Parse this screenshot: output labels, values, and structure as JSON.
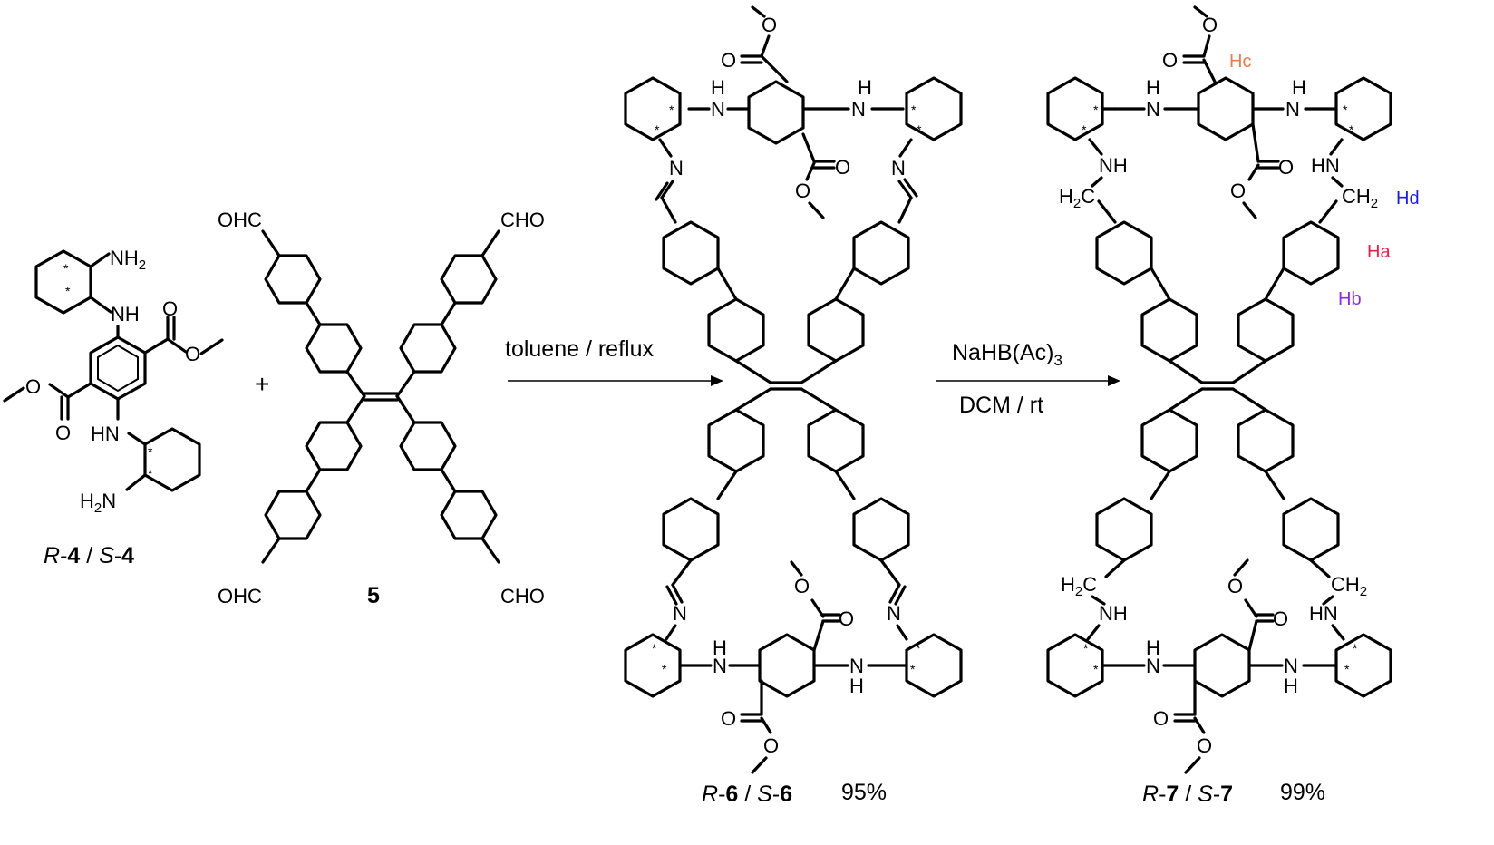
{
  "colors": {
    "cyclohexane": "#e86be8",
    "aryl_core": "#e86be8",
    "imine_phenyl": "#3ee03e",
    "amine_phenyl": "#3d3dee",
    "label_hc": "#f07a4a",
    "label_hd": "#1c1ce0",
    "label_ha": "#ee1c4a",
    "label_hb": "#8a2be2"
  },
  "reactant4": {
    "nh2_top": "NH",
    "nh2_top_sub": "2",
    "nh_top": "NH",
    "hn_bottom": "HN",
    "h2n_bottom": "H",
    "h2n_bottom_sub": "2",
    "h2n_bottom_n": "N",
    "carbonyl_o_right": "O",
    "ester_o_right": "O",
    "carbonyl_o_left": "O",
    "ester_o_left": "O",
    "label": {
      "r": "R",
      "num1": "4",
      "sep": " / ",
      "s": "S",
      "num2": "4",
      "dash": "-"
    }
  },
  "plus_sign": "+",
  "reactant5": {
    "cho_tl": "OHC",
    "cho_tr": "CHO",
    "cho_bl": "OHC",
    "cho_br": "CHO",
    "label": "5"
  },
  "step1": {
    "conditions": "toluene / reflux"
  },
  "product6": {
    "o_top_ester": "O",
    "o_top_carbonyl": "O",
    "nh_left_top": "H",
    "nh_left_n": "N",
    "nh_right_top": "H",
    "nh_right_n": "N",
    "o_mid_carbonyl": "O",
    "o_mid_ester": "O",
    "n_imine_tl": "N",
    "n_imine_tr": "N",
    "n_imine_bl": "N",
    "n_imine_br": "N",
    "o_bot_ester": "O",
    "o_bot_carbonyl": "O",
    "nh_bl_h": "H",
    "nh_bl_n": "N",
    "nh_br_n": "N",
    "nh_br_h": "H",
    "o_bot2_carbonyl": "O",
    "o_bot2_ester": "O",
    "label": {
      "r": "R",
      "num1": "6",
      "s": "S",
      "num2": "6",
      "yield": "95%"
    }
  },
  "step2": {
    "reagent": "NaHB(Ac)",
    "reagent_sub": "3",
    "solvent": "DCM / rt"
  },
  "product7": {
    "o_top_ester": "O",
    "o_top_carbonyl": "O",
    "hc_label": "Hc",
    "nh_left_top": "H",
    "nh_left_n": "N",
    "nh_right_top": "H",
    "nh_right_n": "N",
    "nh_amine_l": "NH",
    "hn_amine_r": "HN",
    "ch2_l_h": "H",
    "ch2_l_sub": "2",
    "ch2_l_c": "C",
    "ch2_r": "CH",
    "ch2_r_sub": "2",
    "hd_label": "Hd",
    "ha_label": "Ha",
    "hb_label": "Hb",
    "o_mid_carbonyl": "O",
    "o_mid_ester": "O",
    "ch2_bl_h": "H",
    "ch2_bl_sub": "2",
    "ch2_bl_c": "C",
    "ch2_br": "CH",
    "ch2_br_sub": "2",
    "nh_amine_bl": "NH",
    "hn_amine_br": "HN",
    "o_bot_ester": "O",
    "o_bot_carbonyl": "O",
    "nh_bl_h": "H",
    "nh_bl_n": "N",
    "nh_br_n": "N",
    "nh_br_h": "H",
    "o_bot2_carbonyl": "O",
    "o_bot2_ester": "O",
    "label": {
      "r": "R",
      "num1": "7",
      "s": "S",
      "num2": "7",
      "yield": "99%"
    }
  }
}
